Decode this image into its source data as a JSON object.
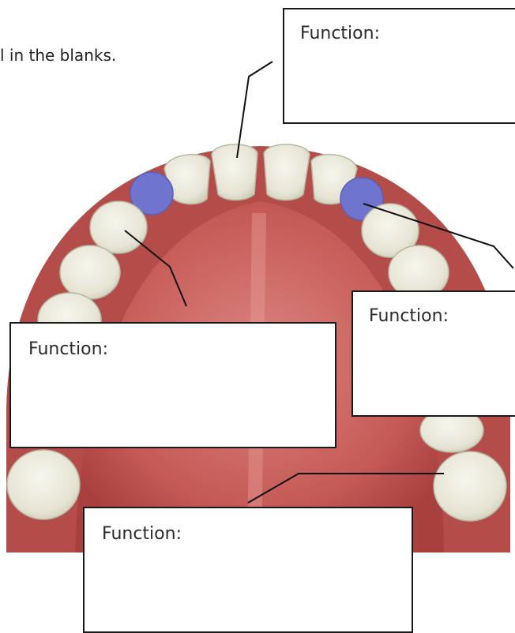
{
  "instruction": "l in the blanks.",
  "boxes": [
    {
      "label": "Function:"
    },
    {
      "label": "Function:"
    },
    {
      "label": "Function:"
    },
    {
      "label": "Function:"
    }
  ],
  "colors": {
    "gum": "#b8504d",
    "palate": "#c9615d",
    "tooth": "#eceade",
    "highlight_tooth": "#6f74cf",
    "leader_line": "#111111"
  }
}
